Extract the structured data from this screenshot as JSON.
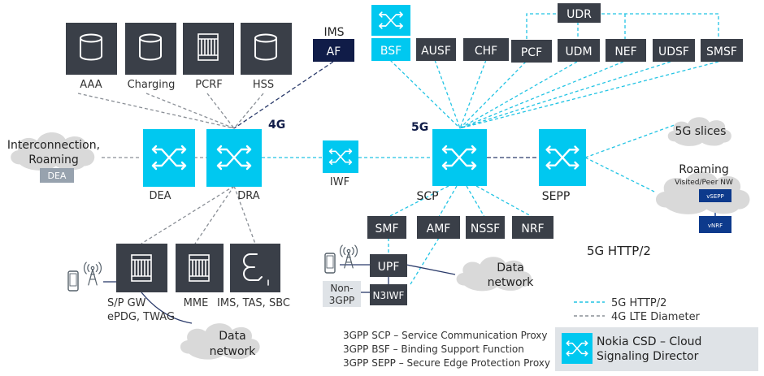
{
  "colors": {
    "cyan": "#00c8f0",
    "dark": "#3a3f48",
    "navy": "#101c48",
    "deep_blue": "#0d3a8c",
    "line_cyan": "#22c4e4",
    "line_gray": "#8a8f96",
    "line_navy": "#2a3a6a",
    "cloud": "#d9d9d9",
    "dea_badge": "#97a2ae",
    "legend_bg": "#dfe3e7"
  },
  "labels": {
    "ims": "IMS",
    "af": "AF",
    "bsf": "BSF",
    "ausf": "AUSF",
    "chf": "CHF",
    "pcf": "PCF",
    "udm": "UDM",
    "udr": "UDR",
    "nef": "NEF",
    "udsf": "UDSF",
    "smsf": "SMSF",
    "aaa": "AAA",
    "charging": "Charging",
    "pcrf": "PCRF",
    "hss": "HSS",
    "four_g": "4G",
    "five_g": "5G",
    "dea": "DEA",
    "dra": "DRA",
    "iwf": "IWF",
    "scp": "SCP",
    "sepp": "SEPP",
    "interconnection_1": "Interconnection,",
    "interconnection_2": "Roaming",
    "dea_badge": "DEA",
    "five_g_slices": "5G slices",
    "roaming": "Roaming",
    "visited_peer": "Visited/Peer NW",
    "vsepp": "vSEPP",
    "vnrf": "vNRF",
    "smf": "SMF",
    "amf": "AMF",
    "nssf": "NSSF",
    "nrf": "NRF",
    "upf": "UPF",
    "n3iwf": "N3IWF",
    "non3gpp_1": "Non-",
    "non3gpp_2": "3GPP",
    "data_network_1": "Data",
    "data_network_2": "network",
    "five_g_http2_big": "5G HTTP/2",
    "sgw_1": "S/P GW",
    "sgw_2": "ePDG, TWAG",
    "mme": "MME",
    "ims_tas_sbc": "IMS, TAS, SBC"
  },
  "legend": {
    "http2": "5G HTTP/2",
    "diameter": "4G LTE Diameter",
    "csd_1": "Nokia CSD – Cloud",
    "csd_2": "Signaling Director"
  },
  "footnotes": [
    "3GPP SCP – Service Communication Proxy",
    "3GPP BSF – Binding Support Function",
    "3GPP SEPP – Secure Edge Protection Proxy"
  ]
}
